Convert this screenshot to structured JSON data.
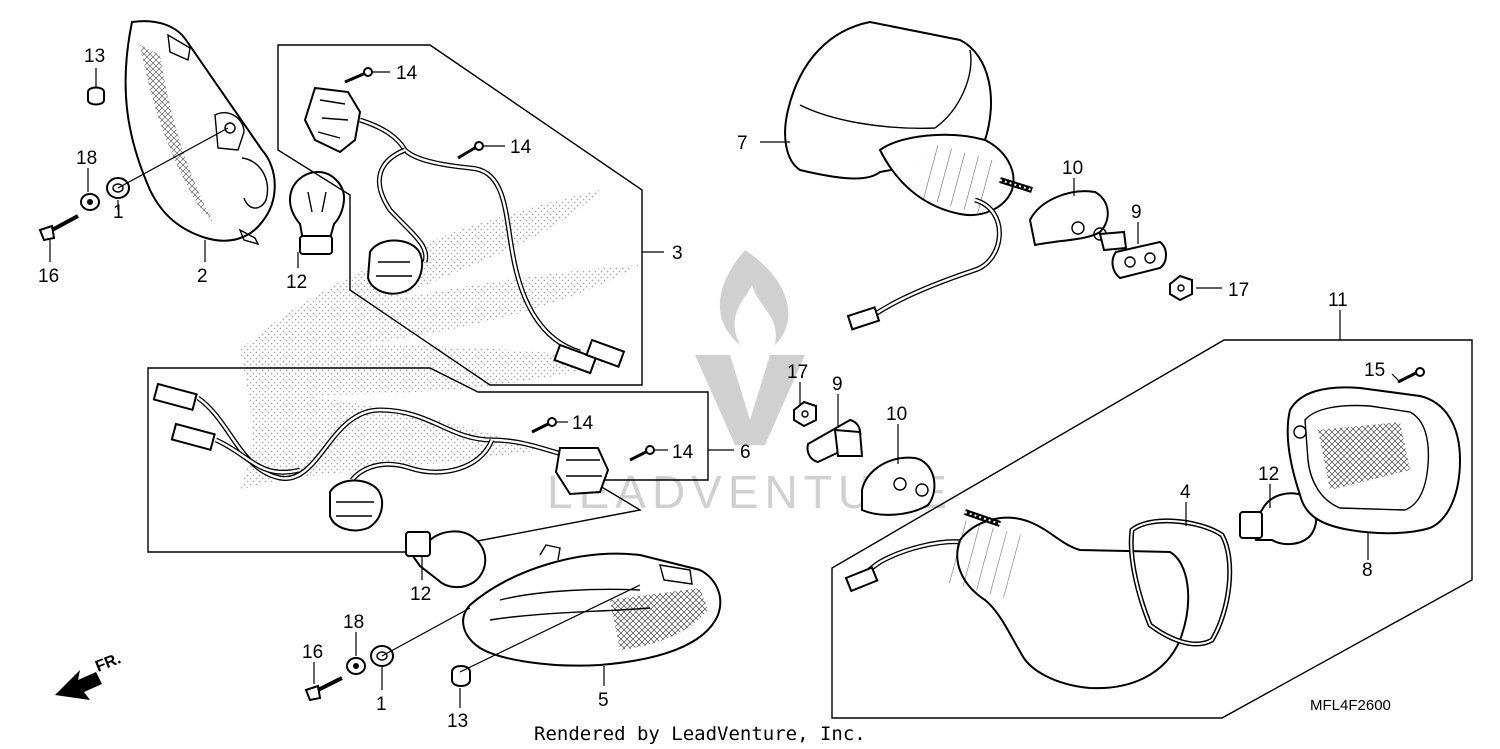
{
  "diagram": {
    "code": "MFL4F2600",
    "credit": "Rendered by LeadVenture, Inc.",
    "watermark": "LEADVENTURE",
    "front_indicator": "FR.",
    "callouts": [
      {
        "id": "c13a",
        "text": "13"
      },
      {
        "id": "c18a",
        "text": "18"
      },
      {
        "id": "c1a",
        "text": "1"
      },
      {
        "id": "c16a",
        "text": "16"
      },
      {
        "id": "c2",
        "text": "2"
      },
      {
        "id": "c12a",
        "text": "12"
      },
      {
        "id": "c14a",
        "text": "14"
      },
      {
        "id": "c14b",
        "text": "14"
      },
      {
        "id": "c3",
        "text": "3"
      },
      {
        "id": "c14c",
        "text": "14"
      },
      {
        "id": "c14d",
        "text": "14"
      },
      {
        "id": "c6",
        "text": "6"
      },
      {
        "id": "c12b",
        "text": "12"
      },
      {
        "id": "c18b",
        "text": "18"
      },
      {
        "id": "c16b",
        "text": "16"
      },
      {
        "id": "c1b",
        "text": "1"
      },
      {
        "id": "c13b",
        "text": "13"
      },
      {
        "id": "c5",
        "text": "5"
      },
      {
        "id": "c7",
        "text": "7"
      },
      {
        "id": "c10a",
        "text": "10"
      },
      {
        "id": "c9a",
        "text": "9"
      },
      {
        "id": "c17a",
        "text": "17"
      },
      {
        "id": "c11",
        "text": "11"
      },
      {
        "id": "c17b",
        "text": "17"
      },
      {
        "id": "c9b",
        "text": "9"
      },
      {
        "id": "c10b",
        "text": "10"
      },
      {
        "id": "c15",
        "text": "15"
      },
      {
        "id": "c12c",
        "text": "12"
      },
      {
        "id": "c4",
        "text": "4"
      },
      {
        "id": "c8",
        "text": "8"
      }
    ]
  }
}
